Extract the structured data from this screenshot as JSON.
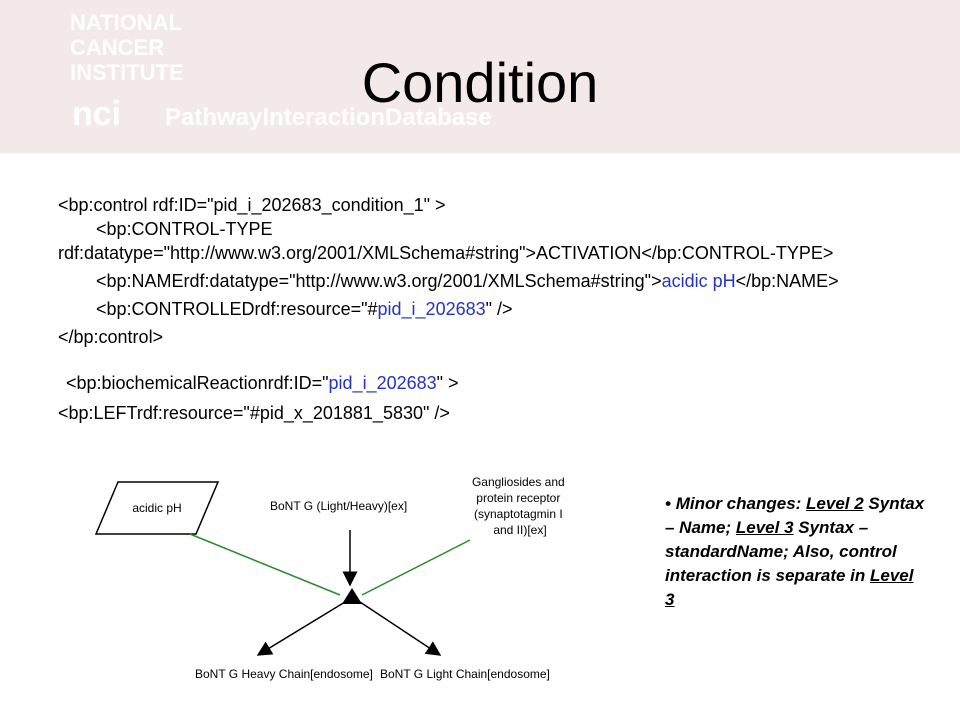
{
  "slide": {
    "title": "Condition",
    "code_lines": {
      "l1": "<bp:control rdf:ID=\"pid_i_202683_condition_1\" >",
      "l2": "<bp:CONTROL-TYPE",
      "l3": "rdf:datatype=\"http://www.w3.org/2001/XMLSchema#string\">ACTIVATION</bp:CONTROL-TYPE>",
      "l4_pre": "<bp:NAMErdf:datatype=\"http://www.w3.org/2001/XMLSchema#string\">",
      "l4_val": "acidic pH",
      "l4_post": "</bp:NAME>",
      "l5_pre": "<bp:CONTROLLEDrdf:resource=\"#",
      "l5_val": "pid_i_202683",
      "l5_post": "\" />",
      "l6": "</bp:control>",
      "l7_pre": "<bp:biochemicalReactionrdf:ID=\"",
      "l7_val": "pid_i_202683",
      "l7_post": "\" >",
      "l8": "<bp:LEFTrdf:resource=\"#pid_x_201881_5830\" />"
    },
    "diagram": {
      "input1": "acidic pH",
      "input2": "BoNT G (Light/Heavy)[ex]",
      "input3_lines": [
        "Gangliosides and",
        "protein receptor",
        "(synaptotagmin I",
        "and II)[ex]"
      ],
      "output1": "BoNT G Heavy Chain[endosome]",
      "output2": "BoNT G Light Chain[endosome]",
      "colors": {
        "control_edge": "#2a8a2a",
        "edge": "#000000"
      }
    },
    "note": {
      "bullet": "•",
      "t1": "Minor changes: ",
      "u1": "Level 2",
      "t2": " Syntax – Name; ",
      "u2": "Level 3",
      "t3": " Syntax – standardName; Also, control interaction is separate in ",
      "u3": "Level 3"
    },
    "header_logo": {
      "lines": [
        "NATIONAL",
        "CANCER",
        "INSTITUTE"
      ],
      "nci": "nci",
      "pid": "PathwayInteractionDatabase"
    }
  }
}
